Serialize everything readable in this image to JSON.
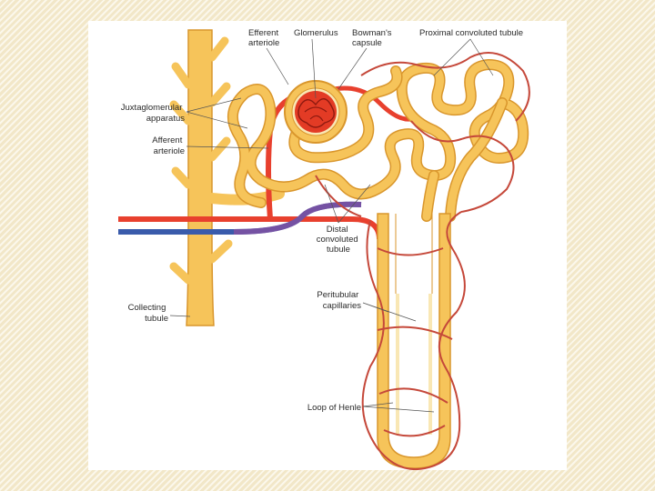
{
  "diagram": {
    "labels": {
      "efferent_arteriole": [
        "Efferent",
        "arteriole"
      ],
      "glomerulus": [
        "Glomerulus"
      ],
      "bowmans_capsule": [
        "Bowman's",
        "capsule"
      ],
      "proximal_tubule": [
        "Proximal convoluted tubule"
      ],
      "juxtaglomerular": [
        "Juxtaglomerular",
        "apparatus"
      ],
      "afferent_arteriole": [
        "Afferent",
        "arteriole"
      ],
      "distal_tubule": [
        "Distal",
        "convoluted",
        "tubule"
      ],
      "collecting_tubule": [
        "Collecting",
        "tubule"
      ],
      "peritubular": [
        "Peritubular",
        "capillaries"
      ],
      "loop_of_henle": [
        "Loop of Henle"
      ]
    },
    "colors": {
      "tubule_fill": "#f6c45a",
      "tubule_outline": "#d9962c",
      "artery": "#e8402e",
      "vein": "#3a5bab",
      "capillary": "#c5483a",
      "glomerulus": "#e33b25"
    }
  }
}
